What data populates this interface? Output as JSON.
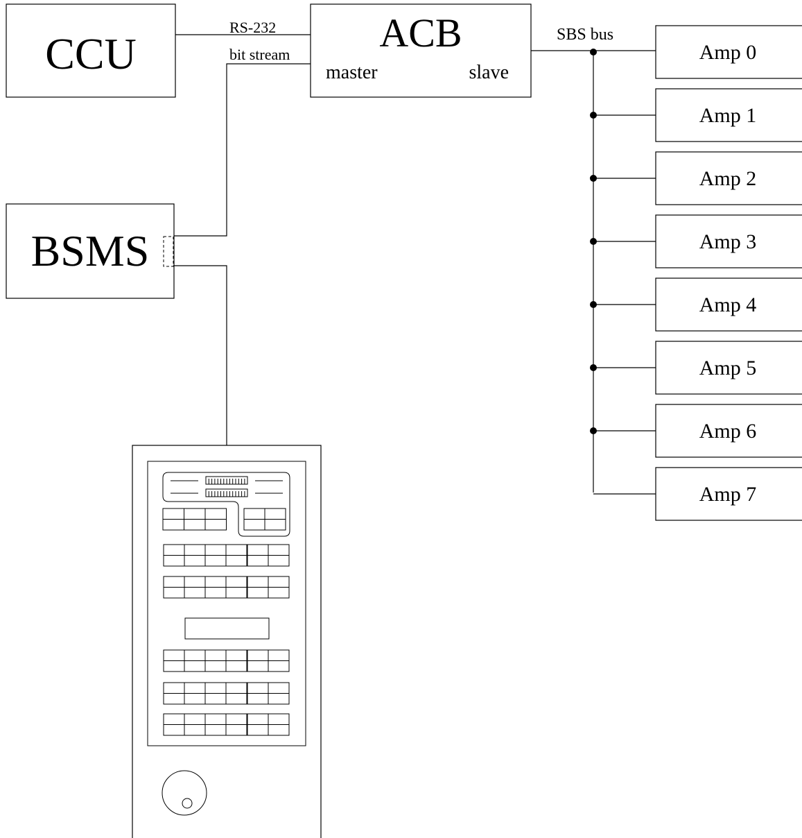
{
  "blocks": {
    "ccu": "CCU",
    "acb": "ACB",
    "acb_master": "master",
    "acb_slave": "slave",
    "bsms": "BSMS"
  },
  "links": {
    "rs232": "RS-232",
    "bit_stream": "bit stream",
    "sbs_bus": "SBS bus"
  },
  "amps": [
    "Amp 0",
    "Amp 1",
    "Amp 2",
    "Amp 3",
    "Amp 4",
    "Amp 5",
    "Amp 6",
    "Amp 7"
  ]
}
